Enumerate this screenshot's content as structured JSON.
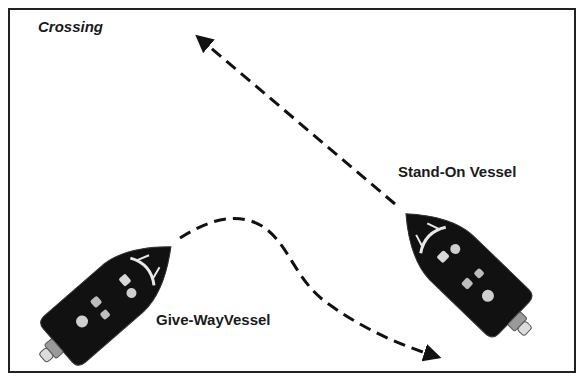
{
  "diagram": {
    "title": "Crossing",
    "labels": [
      "Stand-On Vessel",
      "Give-WayVessel"
    ]
  }
}
